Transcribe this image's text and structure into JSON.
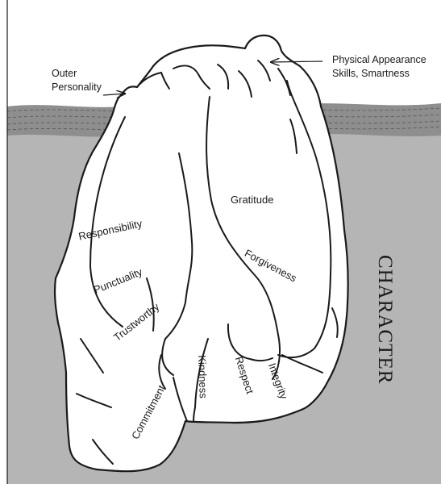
{
  "annotations": {
    "outer_personality": [
      "Outer",
      "Personality"
    ],
    "physical": [
      "Physical Appearance",
      "Skills, Smartness"
    ]
  },
  "traits": {
    "responsibility": "Responsibility",
    "punctuality": "Punctuality",
    "trustworthy": "Trustworthy",
    "commitment": "Commitment",
    "gratitude": "Gratitude",
    "forgiveness": "Forgiveness",
    "kindness": "Kindness",
    "respect": "Respect",
    "integrity": "Integrity"
  },
  "title": "CHARACTER",
  "colors": {
    "water": "#b5b5b5",
    "water_band": "#8e8e8e",
    "ink": "#1a1a1a",
    "iceberg": "#ffffff"
  }
}
